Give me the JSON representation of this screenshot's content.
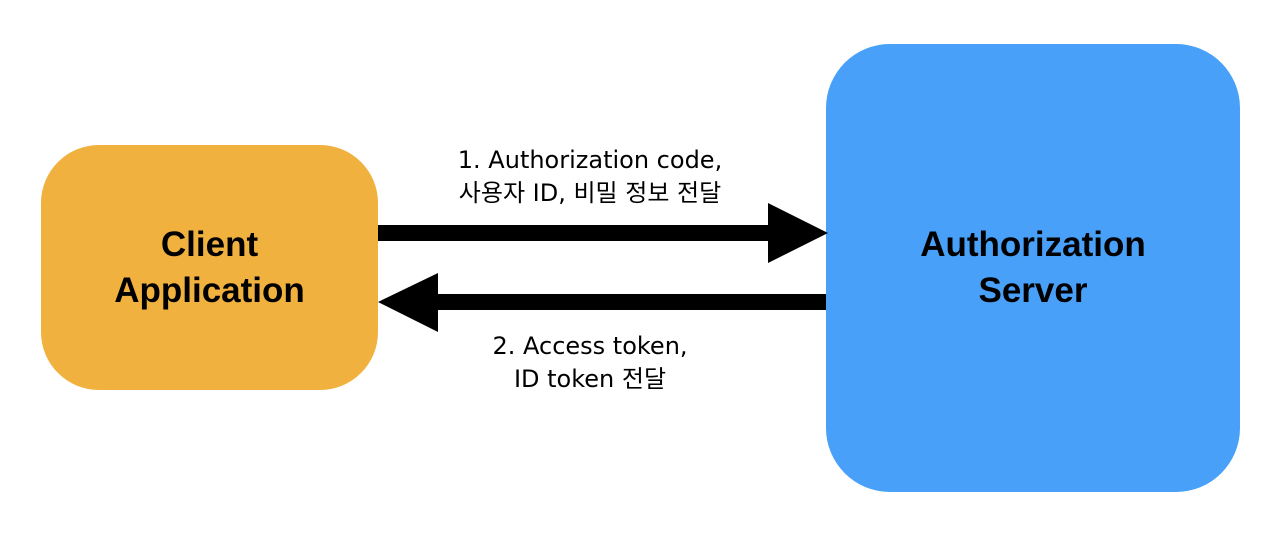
{
  "nodes": {
    "client": {
      "line1": "Client",
      "line2": "Application",
      "color": "#F0B13F"
    },
    "server": {
      "line1": "Authorization",
      "line2": "Server",
      "color": "#48A0F8"
    }
  },
  "edges": {
    "request": {
      "line1": "1. Authorization code,",
      "line2": "사용자 ID, 비밀 정보 전달",
      "direction": "client-to-server"
    },
    "response": {
      "line1": "2. Access token,",
      "line2": "ID token 전달",
      "direction": "server-to-client"
    }
  },
  "style": {
    "arrow_color": "#000000"
  }
}
